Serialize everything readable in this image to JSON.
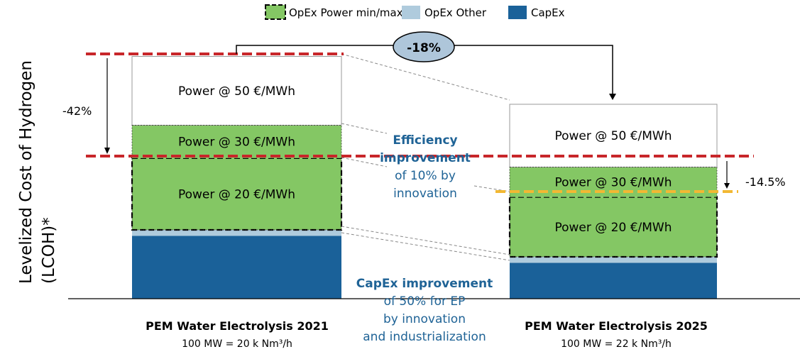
{
  "chart_data": {
    "type": "bar",
    "stacked": true,
    "categories": [
      "PEM Water Electrolysis 2021",
      "PEM Water Electrolysis 2025"
    ],
    "category_sublabels": [
      "100 MW  = 20 k Nm³/h",
      "100 MW  = 22 k Nm³/h"
    ],
    "ylabel": "Levelized Cost of Hydrogen (LCOH)*",
    "legend": {
      "placement": "top",
      "entries": [
        {
          "name": "OpEx Power min/max",
          "color": "#84C764",
          "style": "dashed-border"
        },
        {
          "name": "OpEx Other",
          "color": "#AFCBDD"
        },
        {
          "name": "CapEx",
          "color": "#1A6199"
        }
      ]
    },
    "series": [
      {
        "name": "CapEx",
        "values": [
          21,
          12
        ],
        "color": "#1A6199"
      },
      {
        "name": "OpEx Other",
        "values": [
          2,
          2
        ],
        "color": "#AFCBDD"
      },
      {
        "name": "Power @ 20 €/MWh",
        "values": [
          24,
          20
        ],
        "color": "#84C764"
      },
      {
        "name": "Power @ 30 €/MWh",
        "values": [
          11,
          10
        ],
        "color": "#84C764"
      },
      {
        "name": "Power @ 50 €/MWh",
        "values": [
          23,
          21
        ],
        "color": "#FFFFFF"
      }
    ],
    "totals": [
      81,
      65
    ],
    "ylim": [
      0,
      88
    ],
    "annotations": {
      "reduction_total": "-18%",
      "reduction_2021": "-42%",
      "reduction_2025": "-14.5%",
      "efficiency": [
        "Efficiency",
        "improvement",
        "of 10% by",
        "innovation"
      ],
      "capex": [
        "CapEx improvement",
        "of 50% for EP",
        "by innovation",
        "and industrialization"
      ]
    }
  },
  "colors": {
    "green": "#84C764",
    "light_blue": "#AFCBDD",
    "dark_blue": "#1A6199",
    "red_dash": "#C8262A",
    "yellow_dash": "#F2B833",
    "annotation_blue": "#1F6396",
    "oval_fill": "#AEC6DA"
  }
}
